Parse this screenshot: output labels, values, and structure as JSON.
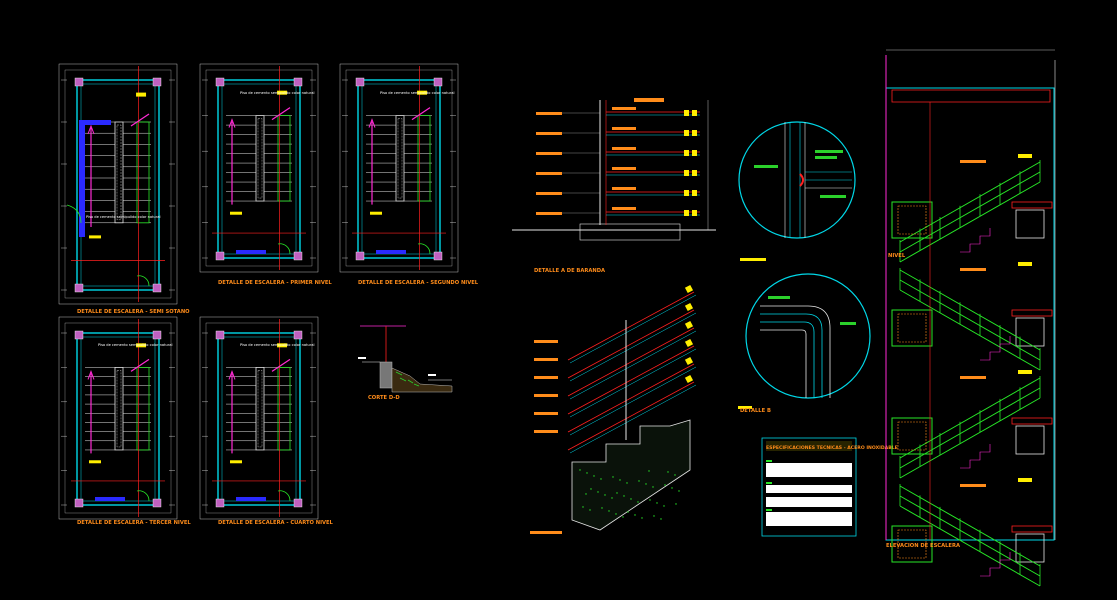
{
  "drawing": {
    "plans": [
      {
        "title": "DETALLE DE ESCALERA - SEMI SOTANO",
        "note": "Piso de cemento semipulido color natural"
      },
      {
        "title": "DETALLE DE ESCALERA - PRIMER NIVEL",
        "note": "Piso de cemento semipulido color natural"
      },
      {
        "title": "DETALLE DE ESCALERA - SEGUNDO NIVEL",
        "note": "Piso de cemento semipulido color natural"
      },
      {
        "title": "DETALLE DE ESCALERA - TERCER NIVEL",
        "note": "Piso de cemento semipulido color natural"
      },
      {
        "title": "DETALLE DE ESCALERA - CUARTO NIVEL",
        "note": "Piso de cemento semipulido color natural"
      }
    ],
    "details": {
      "baranda_title": "DETALLE A DE BARANDA",
      "corte_title": "CORTE D-D",
      "detalle_b_title": "DETALLE B",
      "elevation_title": "ELEVACION DE ESCALERA",
      "specs_title": "ESPECIFICACIONES TECNICAS - ACERO INOXIDABLE",
      "level_tag": "NIVEL"
    },
    "colors": {
      "background": "#000000",
      "walls": "#00d8e8",
      "steps": "#e6e6e6",
      "railing": "#27e627",
      "arrows": "#ff2ad4",
      "cut_lines": "#ff2020",
      "labels": "#ffee00",
      "titles": "#ff8c1a",
      "blue_walls": "#2a2aff"
    }
  }
}
